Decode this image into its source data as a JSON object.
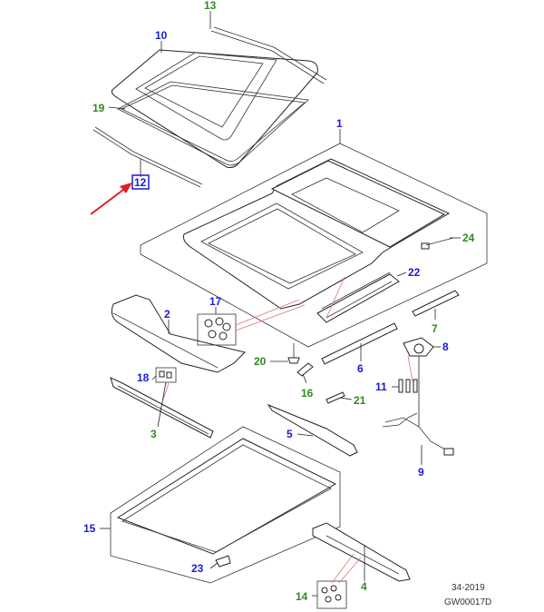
{
  "diagram": {
    "callouts": [
      {
        "id": "c1",
        "label": "1",
        "color": "blue"
      },
      {
        "id": "c2",
        "label": "2",
        "color": "blue"
      },
      {
        "id": "c3",
        "label": "3",
        "color": "green"
      },
      {
        "id": "c4",
        "label": "4",
        "color": "green"
      },
      {
        "id": "c5",
        "label": "5",
        "color": "blue"
      },
      {
        "id": "c6",
        "label": "6",
        "color": "blue"
      },
      {
        "id": "c7",
        "label": "7",
        "color": "green"
      },
      {
        "id": "c8",
        "label": "8",
        "color": "blue"
      },
      {
        "id": "c9",
        "label": "9",
        "color": "blue"
      },
      {
        "id": "c10",
        "label": "10",
        "color": "blue"
      },
      {
        "id": "c11",
        "label": "11",
        "color": "blue"
      },
      {
        "id": "c12",
        "label": "12",
        "color": "blue"
      },
      {
        "id": "c13",
        "label": "13",
        "color": "green"
      },
      {
        "id": "c14",
        "label": "14",
        "color": "green"
      },
      {
        "id": "c15",
        "label": "15",
        "color": "blue"
      },
      {
        "id": "c16",
        "label": "16",
        "color": "green"
      },
      {
        "id": "c17",
        "label": "17",
        "color": "blue"
      },
      {
        "id": "c18",
        "label": "18",
        "color": "blue"
      },
      {
        "id": "c19",
        "label": "19",
        "color": "green"
      },
      {
        "id": "c20",
        "label": "20",
        "color": "green"
      },
      {
        "id": "c21",
        "label": "21",
        "color": "green"
      },
      {
        "id": "c22",
        "label": "22",
        "color": "blue"
      },
      {
        "id": "c23",
        "label": "23",
        "color": "blue"
      },
      {
        "id": "c24",
        "label": "24",
        "color": "green"
      }
    ],
    "highlighted_callout": "12",
    "colors": {
      "blue": "#1a1ad6",
      "green": "#2e8a1e",
      "arrow": "#e02020",
      "line": "#222222"
    },
    "reference": {
      "code": "34-2019",
      "drawing": "GW00017D"
    }
  }
}
